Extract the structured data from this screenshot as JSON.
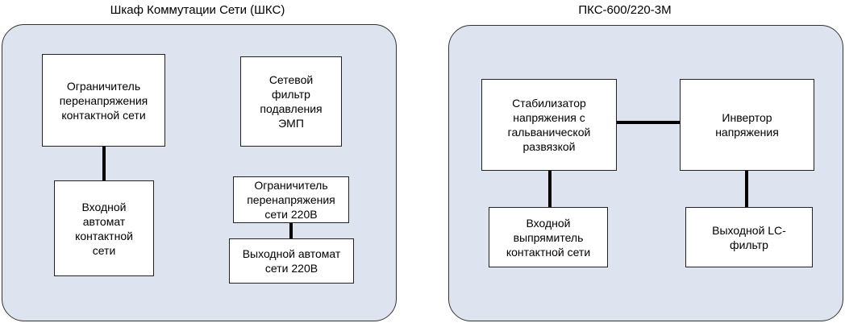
{
  "cabinet_left": {
    "title": "Шкаф Коммутации Сети (ШКС)",
    "blocks": {
      "overvoltage_contact": "Ограничитель\nперенапряжения\nконтактной сети",
      "input_breaker": "Входной\nавтомат\nконтактной\nсети",
      "emi_filter": "Сетевой\nфильтр\nподавления\nЭМП",
      "overvoltage_220": "Ограничитель\nперенапряжения\nсети 220В",
      "output_breaker": "Выходной автомат\nсети 220В"
    }
  },
  "cabinet_right": {
    "title": "ПКС-600/220-3М",
    "blocks": {
      "stabilizer": "Стабилизатор\nнапряжения с\nгальванической\nразвязкой",
      "inverter": "Инвертор\nнапряжения",
      "input_rectifier": "Входной\nвыпрямитель\nконтактной сети",
      "lc_filter": "Выходной  LC-\nфильтр"
    }
  }
}
